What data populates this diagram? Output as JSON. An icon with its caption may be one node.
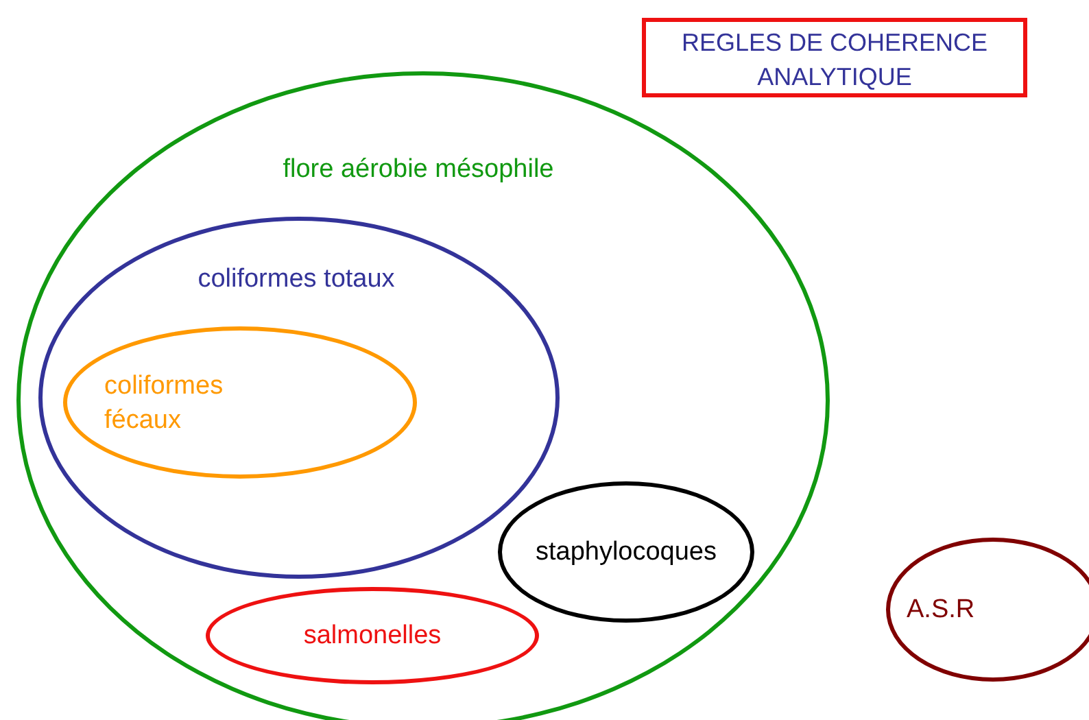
{
  "diagram": {
    "nodes": [
      {
        "text": [
          "REGLES DE COHERENCE ANALYTIQUE"
        ]
      },
      {
        "text": [
          "flore aérobie mésophile"
        ]
      },
      {
        "text": [
          "coliformes totaux"
        ],
        "in": 1
      },
      {
        "text": [
          "coliformes fécaux"
        ],
        "in": 2
      },
      {
        "text": [
          "staphylocoques"
        ],
        "in": 1
      },
      {
        "text": [
          "salmonelles"
        ],
        "in": 1
      },
      {
        "text": [
          "A.S.R"
        ]
      }
    ]
  }
}
